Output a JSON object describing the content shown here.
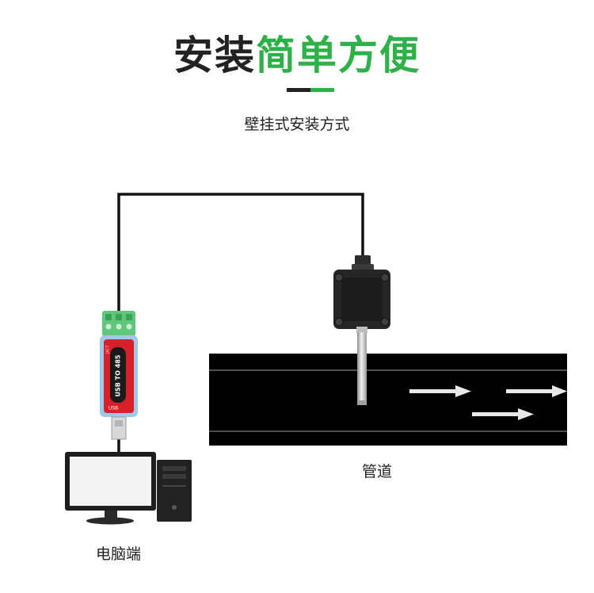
{
  "header": {
    "title_dark": "安装",
    "title_green": "简单方便",
    "subtitle": "壁挂式安装方式"
  },
  "converter": {
    "text_main": "USB TO 485",
    "text_brand": "JXCT",
    "text_usb": "USB"
  },
  "labels": {
    "pipe": "管道",
    "computer": "电脑端"
  },
  "colors": {
    "accent_green": "#2fb14a",
    "dark": "#222222",
    "pipe": "#000000",
    "terminal_green": "#5ec77a",
    "converter_red": "#d8202a",
    "converter_blue": "#9ec9ea"
  }
}
